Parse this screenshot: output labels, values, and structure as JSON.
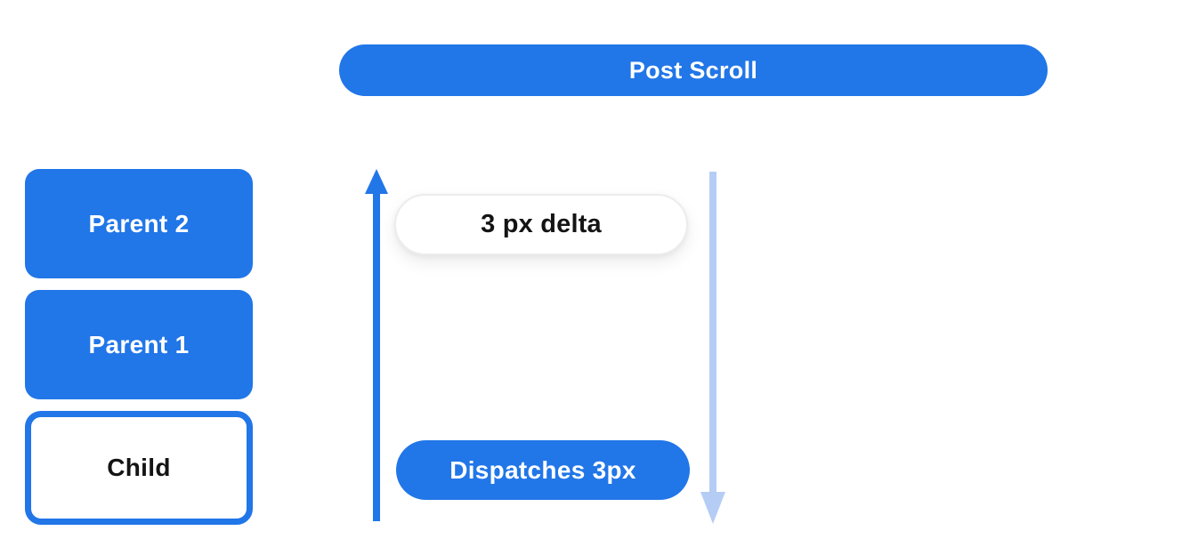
{
  "colors": {
    "primary_blue": "#2176e8",
    "light_blue": "#b5cdf5",
    "pill_border": "#ececec",
    "text_dark": "#141414",
    "text_light": "#ffffff",
    "background": "#ffffff"
  },
  "banner": {
    "label": "Post Scroll"
  },
  "widget_stack": {
    "items": [
      {
        "label": "Parent 2"
      },
      {
        "label": "Parent 1"
      },
      {
        "label": "Child"
      }
    ]
  },
  "flow": {
    "delta_label": "3 px delta",
    "dispatch_label": "Dispatches 3px"
  }
}
